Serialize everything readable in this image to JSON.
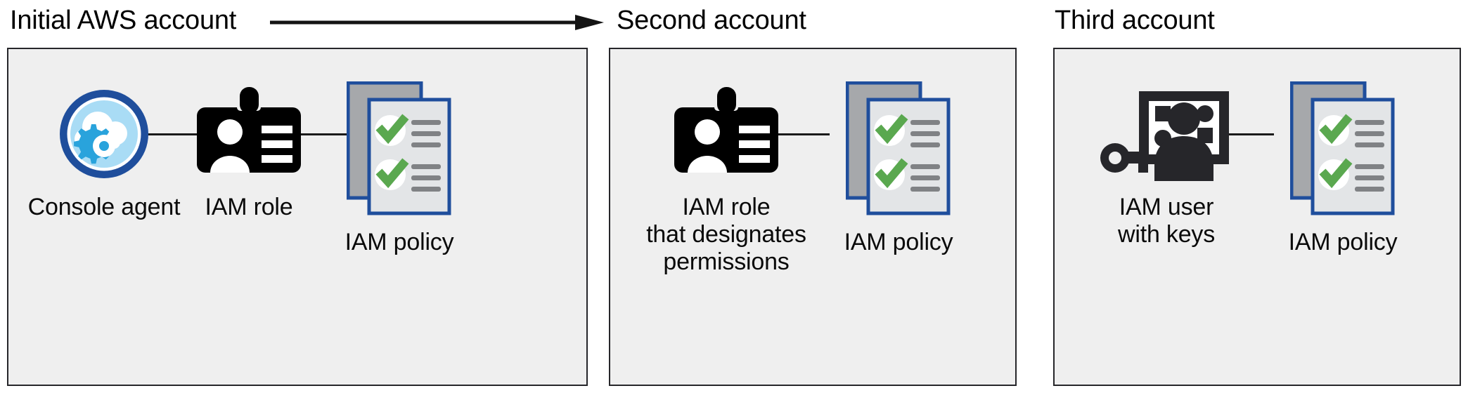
{
  "diagram": {
    "title_semantics": "AWS cross-account IAM role and policy relationship diagram",
    "background": "#ffffff",
    "panel_fill": "#efefef",
    "panel_border": "#26262a",
    "accent_blue": "#1f4e9c",
    "accent_light_blue": "#a9dcf5",
    "accent_cyan": "#29a3dc",
    "check_green": "#5aa84f",
    "doc_gray": "#a6a8ab",
    "doc_front": "#e3e5e7",
    "line_gray": "#808285",
    "icon_black": "#000000",
    "icon_dark": "#26262a"
  },
  "accounts": [
    {
      "id": "initial",
      "title": "Initial AWS account",
      "nodes": [
        {
          "id": "console-agent",
          "label": "Console agent",
          "icon": "cloud-gear-circle-icon"
        },
        {
          "id": "iam-role",
          "label": "IAM role",
          "icon": "id-badge-icon"
        },
        {
          "id": "iam-policy",
          "label": "IAM policy",
          "icon": "policy-documents-icon"
        }
      ]
    },
    {
      "id": "second",
      "title": "Second account",
      "nodes": [
        {
          "id": "iam-role-designates",
          "label": "IAM role\nthat designates\npermissions",
          "icon": "id-badge-icon"
        },
        {
          "id": "iam-policy",
          "label": "IAM policy",
          "icon": "policy-documents-icon"
        }
      ]
    },
    {
      "id": "third",
      "title": "Third account",
      "nodes": [
        {
          "id": "iam-user-keys",
          "label": "IAM user\nwith keys",
          "icon": "user-screen-key-icon"
        },
        {
          "id": "iam-policy",
          "label": "IAM policy",
          "icon": "policy-documents-icon"
        }
      ]
    }
  ],
  "arrow": {
    "id": "initial-to-second-arrow",
    "from": "Initial AWS account",
    "to": "Second account",
    "direction": "right"
  }
}
